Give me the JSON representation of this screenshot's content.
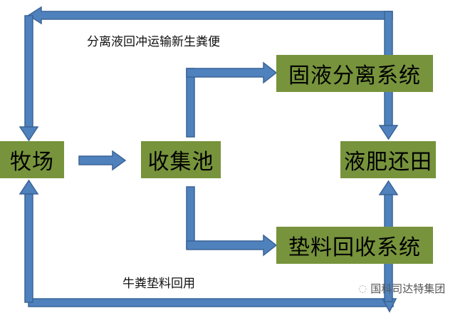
{
  "nodes": {
    "farm": "牧场",
    "collection_pool": "收集池",
    "solid_liquid_separation": "固液分离系统",
    "liquid_fertilizer": "液肥还田",
    "bedding_recovery": "垫料回收系统"
  },
  "edge_labels": {
    "top_loop": "分离液回冲运输新生粪便",
    "bottom_loop": "牛粪垫料回用"
  },
  "watermark": "国科司达特集团",
  "colors": {
    "box": "#77933c",
    "arrow": "#4f81bd",
    "arrow_border": "#3a6496"
  }
}
